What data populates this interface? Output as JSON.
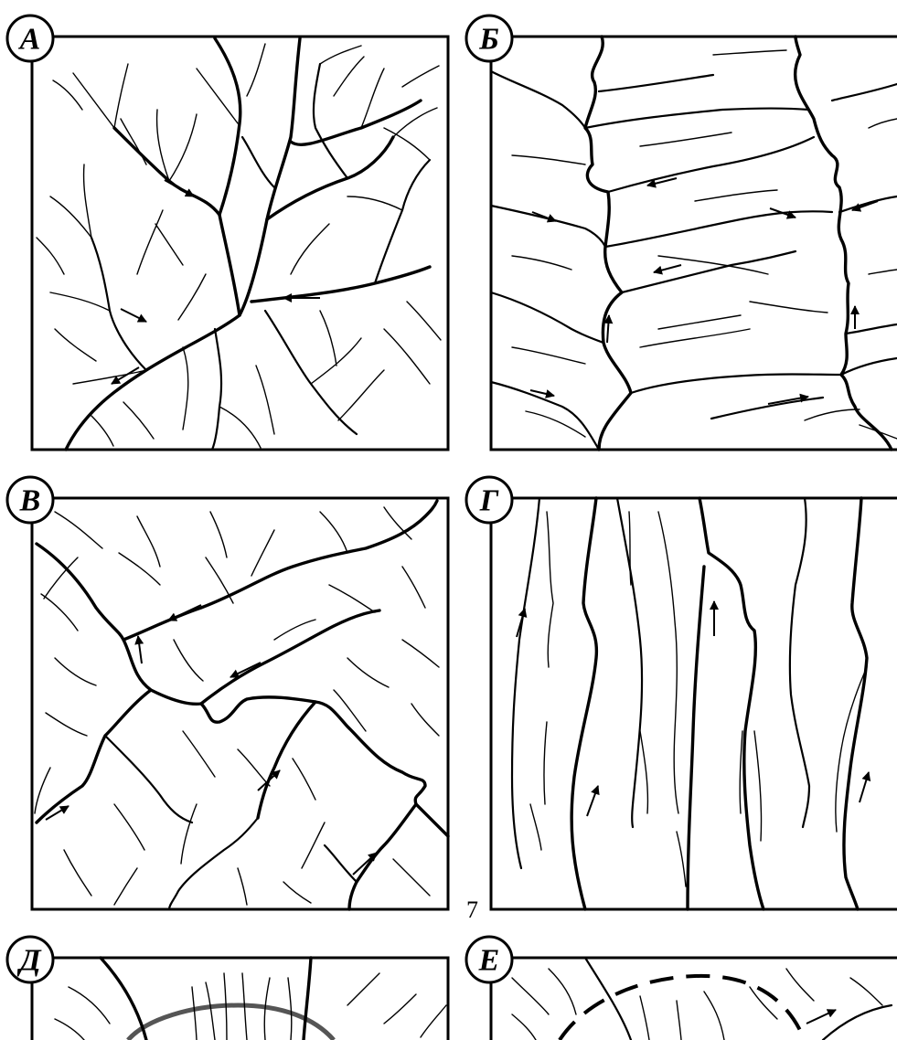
{
  "panels": [
    {
      "id": "A",
      "label": "А"
    },
    {
      "id": "B",
      "label": "Б"
    },
    {
      "id": "V",
      "label": "В"
    },
    {
      "id": "G",
      "label": "Г"
    },
    {
      "id": "D",
      "label": "Д"
    },
    {
      "id": "E",
      "label": "Е"
    }
  ],
  "page_number": "7",
  "colors": {
    "line": "#000000",
    "background": "#ffffff",
    "circle_gray": "#555555"
  }
}
